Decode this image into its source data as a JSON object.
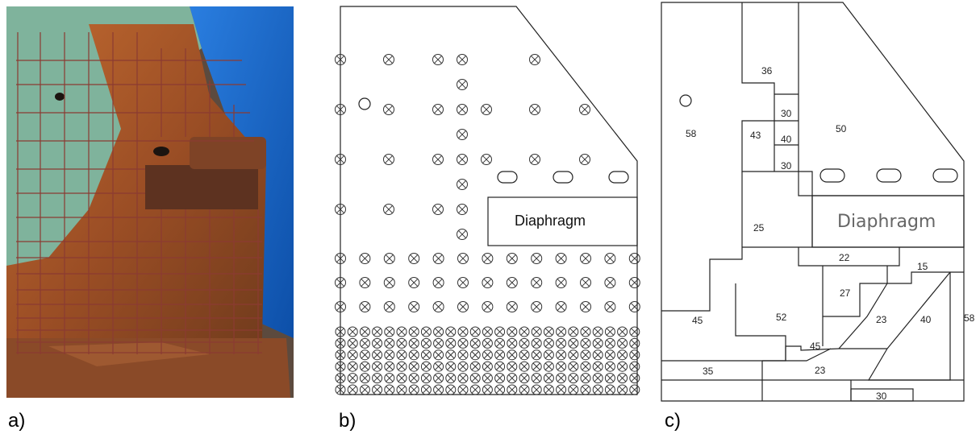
{
  "panels": {
    "a": {
      "label": "a)"
    },
    "b": {
      "label": "b)",
      "diaphragm": "Diaphragm"
    },
    "c": {
      "label": "c)",
      "diaphragm": "Diaphragm",
      "regions": [
        "58",
        "36",
        "30",
        "43",
        "40",
        "30",
        "50",
        "25",
        "22",
        "15",
        "27",
        "52",
        "23",
        "40",
        "58",
        "45",
        "45",
        "35",
        "23",
        "30"
      ]
    }
  },
  "colors": {
    "rust": "#a95a2c",
    "tarp": "#1e6fd0",
    "primer": "#7fb39c",
    "grid": "#8b3b32"
  }
}
